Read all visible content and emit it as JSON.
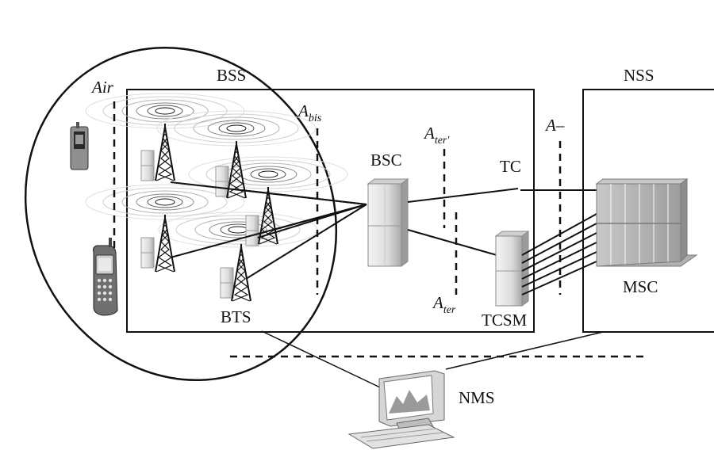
{
  "labels": {
    "bss": "BSS",
    "nss": "NSS",
    "air": "Air",
    "abis_main": "A",
    "abis_sub": "bis",
    "ater_prime_main": "A",
    "ater_prime_sub": "ter'",
    "ater_main": "A",
    "ater_sub": "ter",
    "a_interface": "A–",
    "bsc": "BSC",
    "tc": "TC",
    "bts": "BTS",
    "tcsm": "TCSM",
    "msc": "MSC",
    "nms": "NMS"
  },
  "colors": {
    "line": "#111111",
    "equipment_light": "#e6e6e6",
    "equipment_mid": "#bdbdbd",
    "equipment_dark": "#8a8a8a",
    "signal_ring": "#b5b5b5"
  },
  "icons": [
    "mobile-phone-icon",
    "cell-tower-icon",
    "server-cabinet-icon",
    "msc-switch-icon",
    "computer-monitor-icon"
  ]
}
